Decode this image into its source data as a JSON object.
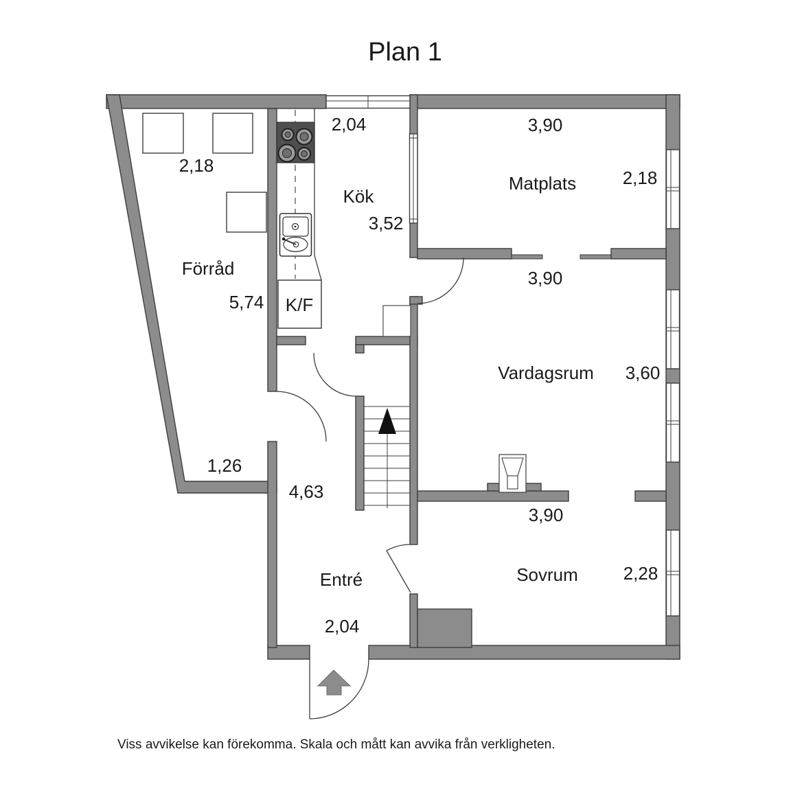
{
  "title": "Plan 1",
  "footer": "Viss avvikelse kan förekomma. Skala och mått kan avvika från verkligheten.",
  "rooms": [
    {
      "id": "forrad",
      "name": "Förråd",
      "dims": {
        "top": "2,18",
        "side": "5,74",
        "bottom": "1,26"
      }
    },
    {
      "id": "kok",
      "name": "Kök",
      "dims": {
        "width": "2,04",
        "depth": "3,52"
      }
    },
    {
      "id": "matplats",
      "name": "Matplats",
      "dims": {
        "width": "3,90",
        "depth": "2,18",
        "bottom": "3,90"
      }
    },
    {
      "id": "vardagsrum",
      "name": "Vardagsrum",
      "dims": {
        "depth": "3,60",
        "bottom": "3,90"
      }
    },
    {
      "id": "sovrum",
      "name": "Sovrum",
      "dims": {
        "depth": "2,28"
      }
    },
    {
      "id": "entre",
      "name": "Entré",
      "dims": {
        "length": "4,63",
        "width": "2,04"
      }
    },
    {
      "id": "kf",
      "name": "K/F"
    }
  ],
  "icons": [
    "stove-icon",
    "sink-icon",
    "fridge-freezer-box",
    "stairs-up-icon",
    "fireplace-icon",
    "entrance-arrow-icon",
    "window-icon",
    "door-arc-icon"
  ],
  "colors": {
    "wall_fill": "#8C8C8C",
    "wall_outline": "#3D3D3D",
    "stove_fill": "#4F4F4F",
    "burner_fill": "#9A9A9A",
    "text_color": "#1A1A1A",
    "arrow_fill": "#8C8C8C",
    "background": "#FFFFFF"
  }
}
